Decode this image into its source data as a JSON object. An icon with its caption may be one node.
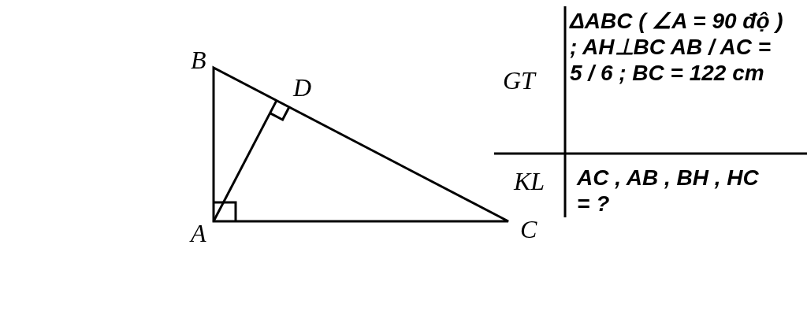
{
  "diagram": {
    "labels": [
      "B",
      "D",
      "A",
      "C",
      "GT",
      "ΔABC ( ∠A = 90 độ ) ; AH⊥BC AB / AC = 5 / 6 ; BC = 122 cm",
      "KL",
      "AC , AB , BH , HC = ?"
    ]
  }
}
